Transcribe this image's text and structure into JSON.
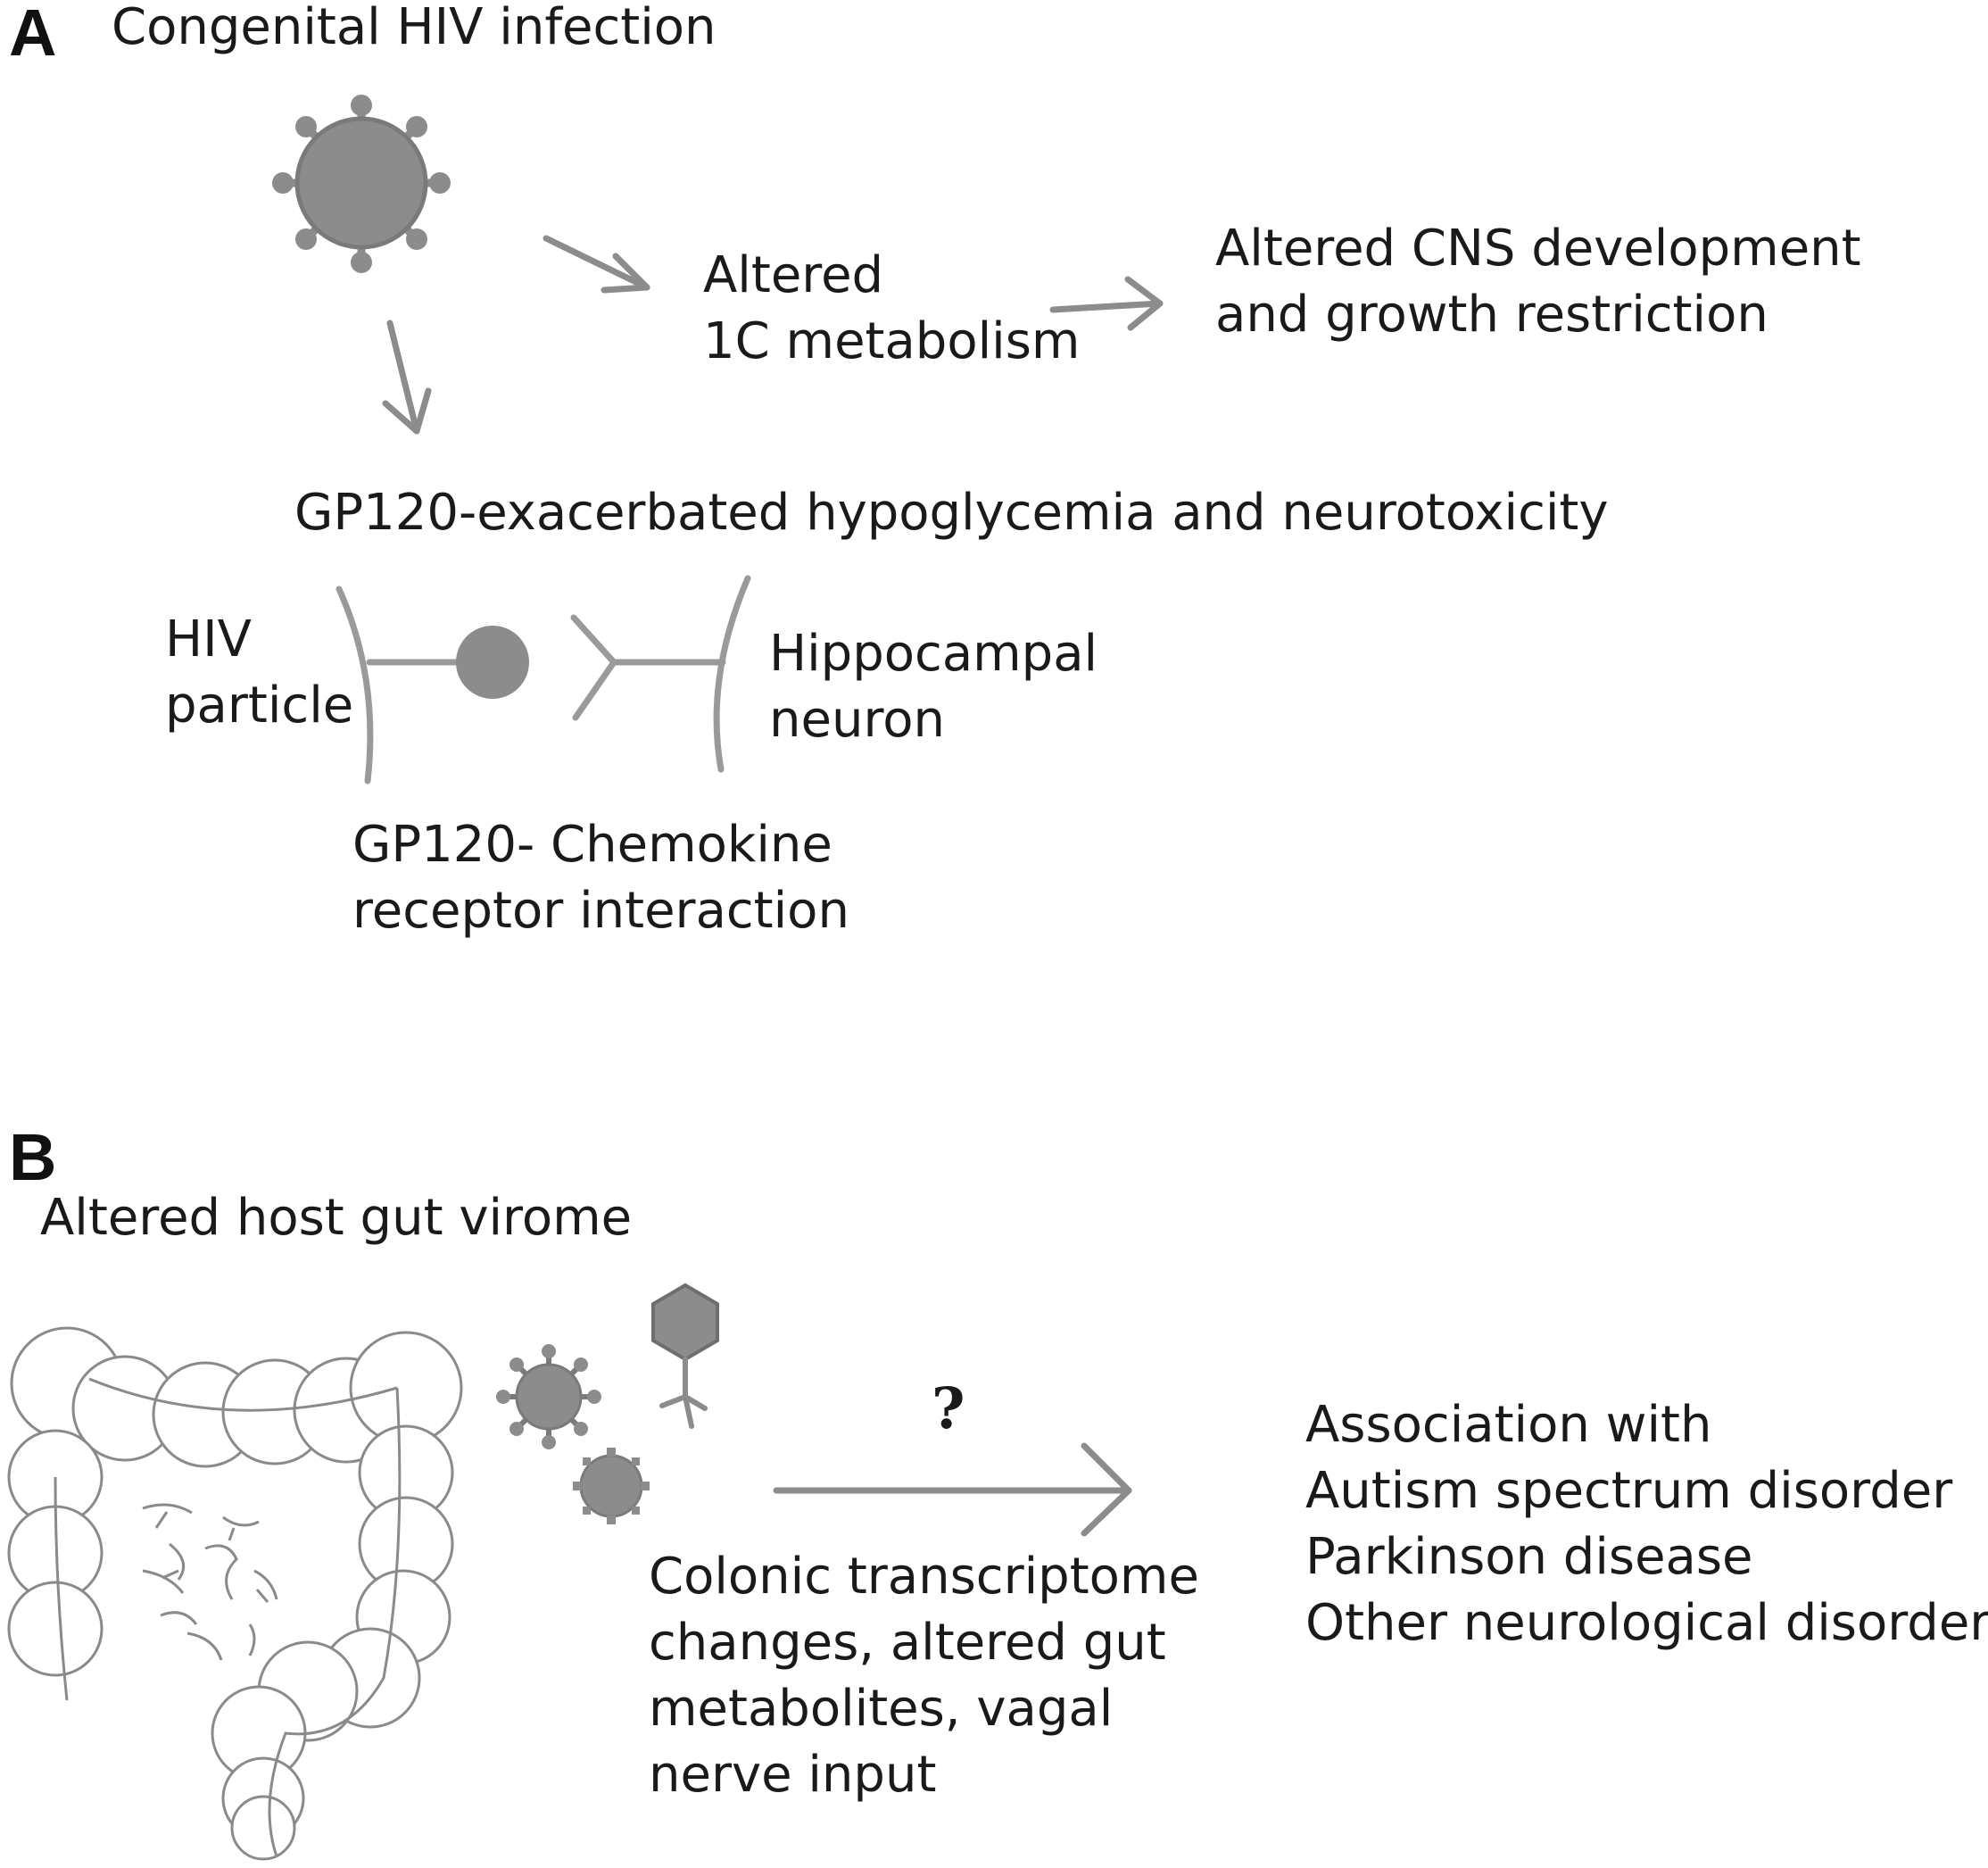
{
  "colors": {
    "diagram_gray": "#8c8c8c",
    "line_gray": "#9a9a9a",
    "text": "#1a1a1a"
  },
  "panel_a": {
    "letter": "A",
    "title": "Congenital HIV infection",
    "metabolism": [
      "Altered",
      "1C metabolism"
    ],
    "cns": [
      "Altered CNS development",
      "and growth restriction"
    ],
    "gp120_heading": "GP120-exacerbated hypoglycemia and neurotoxicity",
    "hiv_particle": [
      "HIV",
      "particle"
    ],
    "neuron": [
      "Hippocampal",
      "neuron"
    ],
    "interaction": [
      "GP120- Chemokine",
      "receptor interaction"
    ]
  },
  "panel_b": {
    "letter": "B",
    "title": "Altered host gut virome",
    "question": "?",
    "mechanisms": [
      "Colonic transcriptome",
      "changes, altered gut",
      "metabolites, vagal",
      "nerve input"
    ],
    "associations": [
      "Association with",
      "Autism spectrum disorder",
      "Parkinson disease",
      "Other neurological disorders?"
    ]
  }
}
